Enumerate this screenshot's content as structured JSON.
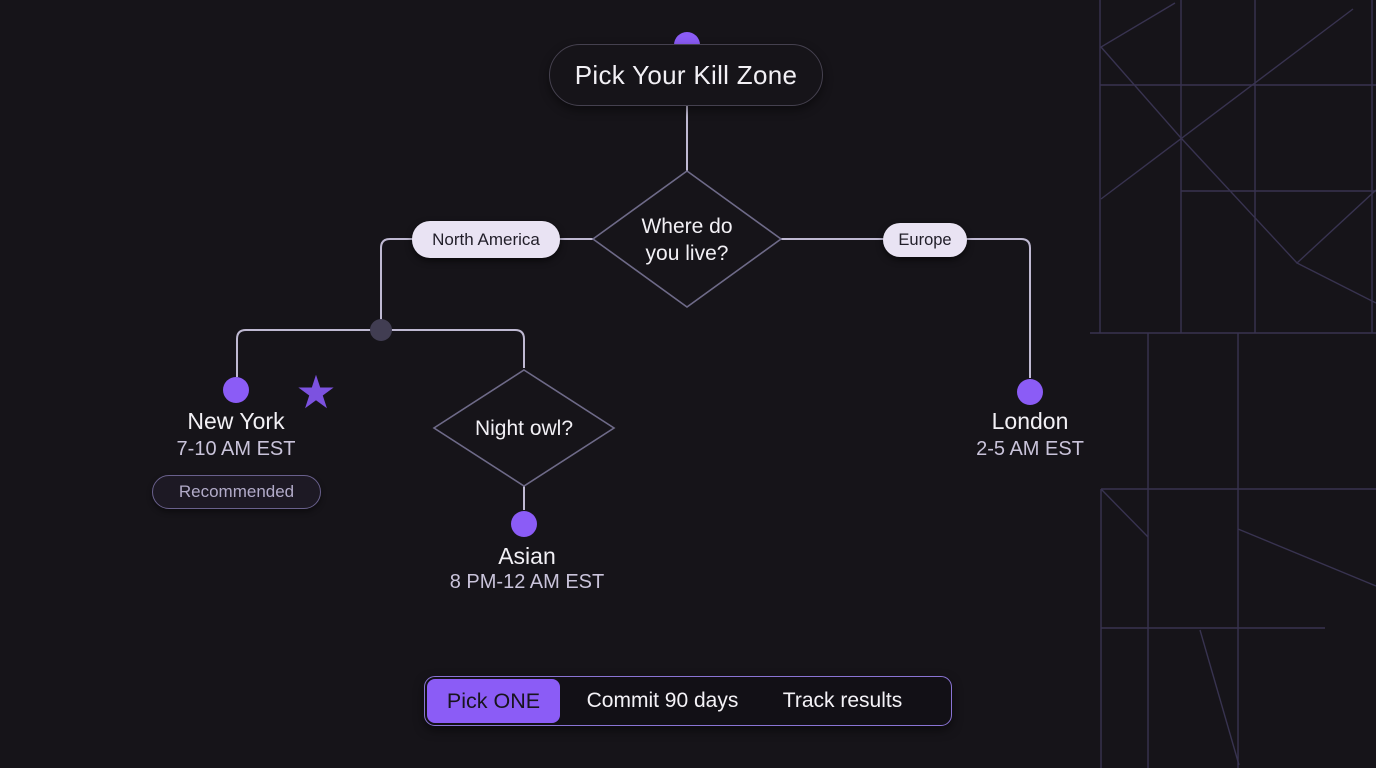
{
  "title": {
    "label": "Pick Your Kill Zone"
  },
  "decision_root": {
    "line1": "Where do",
    "line2": "you live?"
  },
  "branches": {
    "left": "North America",
    "right": "Europe"
  },
  "decision_night": {
    "label": "Night owl?"
  },
  "nodes": {
    "new_york": {
      "name": "New York",
      "time": "7-10 AM EST",
      "badge": "Recommended"
    },
    "asian": {
      "name": "Asian",
      "time": "8 PM-12 AM EST"
    },
    "london": {
      "name": "London",
      "time": "2-5 AM EST"
    }
  },
  "footer": {
    "selected": "Pick ONE",
    "items": [
      "Commit 90 days",
      "Track results"
    ]
  },
  "icons": {
    "star": "★"
  },
  "colors": {
    "bg": "#161419",
    "accent": "#8b5cf6",
    "star": "#7c52e0",
    "line": "#bfb9d2",
    "diamond_stroke": "#6e6a88",
    "pattern": "#383350",
    "pill_bg": "#e9e3f3",
    "badge_border": "#69608c",
    "footer_border": "#8a74d4"
  }
}
